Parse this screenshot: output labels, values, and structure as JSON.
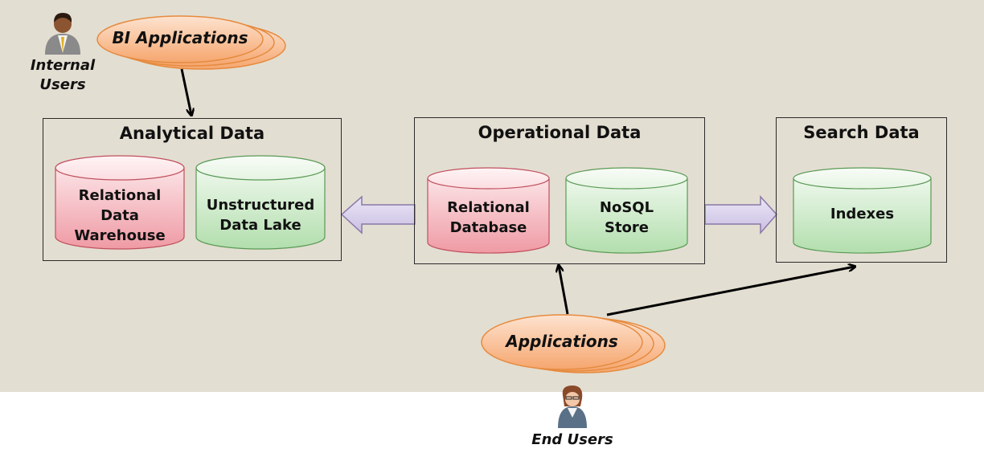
{
  "diagram": {
    "colors": {
      "background": "#e3ded2",
      "relational_fill": "#f2a6ae",
      "nosql_fill": "#bfe4bb",
      "app_fill": "#f9b98a",
      "arrow_fill": "#d4cbe8"
    },
    "actors": {
      "internal_users": {
        "label_line1": "Internal",
        "label_line2": "Users",
        "icon": "businessman-icon"
      },
      "end_users": {
        "label": "End Users",
        "icon": "businesswoman-icon"
      }
    },
    "apps": {
      "bi_applications": "BI Applications",
      "applications": "Applications"
    },
    "groups": {
      "analytical": {
        "title": "Analytical Data",
        "stores": [
          {
            "lines": [
              "Relational",
              "Data",
              "Warehouse"
            ],
            "kind": "relational"
          },
          {
            "lines": [
              "Unstructured",
              "Data Lake"
            ],
            "kind": "nosql"
          }
        ]
      },
      "operational": {
        "title": "Operational Data",
        "stores": [
          {
            "lines": [
              "Relational",
              "Database"
            ],
            "kind": "relational"
          },
          {
            "lines": [
              "NoSQL",
              "Store"
            ],
            "kind": "nosql"
          }
        ]
      },
      "search": {
        "title": "Search Data",
        "stores": [
          {
            "lines": [
              "Indexes"
            ],
            "kind": "nosql"
          }
        ]
      }
    },
    "flows": [
      {
        "from": "BI Applications",
        "to": "Analytical Data"
      },
      {
        "from": "Operational Data",
        "to": "Analytical Data"
      },
      {
        "from": "Operational Data",
        "to": "Search Data"
      },
      {
        "from": "Applications",
        "to": "Operational Data"
      },
      {
        "from": "Applications",
        "to": "Search Data"
      }
    ]
  }
}
